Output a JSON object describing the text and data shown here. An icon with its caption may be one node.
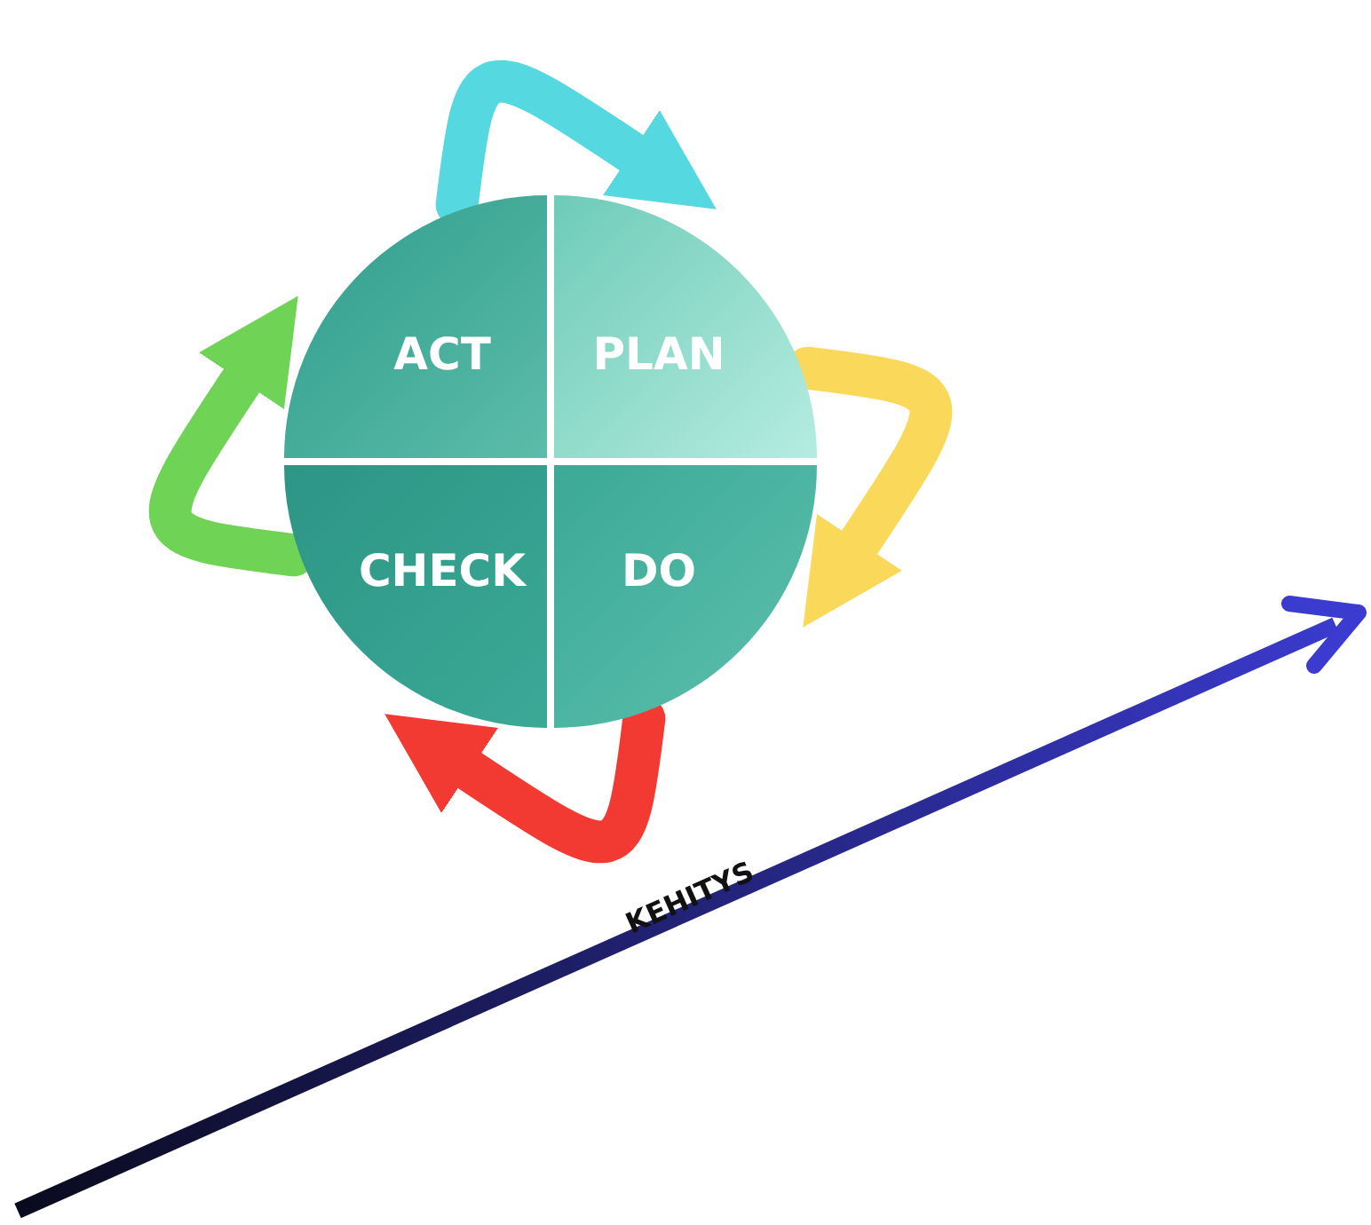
{
  "diagram": {
    "nodes": [
      {
        "text": [
          "ACT"
        ]
      },
      {
        "text": [
          "PLAN"
        ]
      },
      {
        "text": [
          "CHECK"
        ]
      },
      {
        "text": [
          "DO"
        ]
      }
    ],
    "edges": [
      {
        "from": 1,
        "to": 3,
        "arrow": "to",
        "color": "#fad85a"
      },
      {
        "from": 3,
        "to": 2,
        "arrow": "to",
        "color": "#f23a32"
      },
      {
        "from": 2,
        "to": 0,
        "arrow": "to",
        "color": "#6fd356"
      },
      {
        "from": 0,
        "to": 1,
        "arrow": "to",
        "color": "#55d8e0"
      }
    ],
    "labels": [
      "KEHITYS"
    ]
  }
}
